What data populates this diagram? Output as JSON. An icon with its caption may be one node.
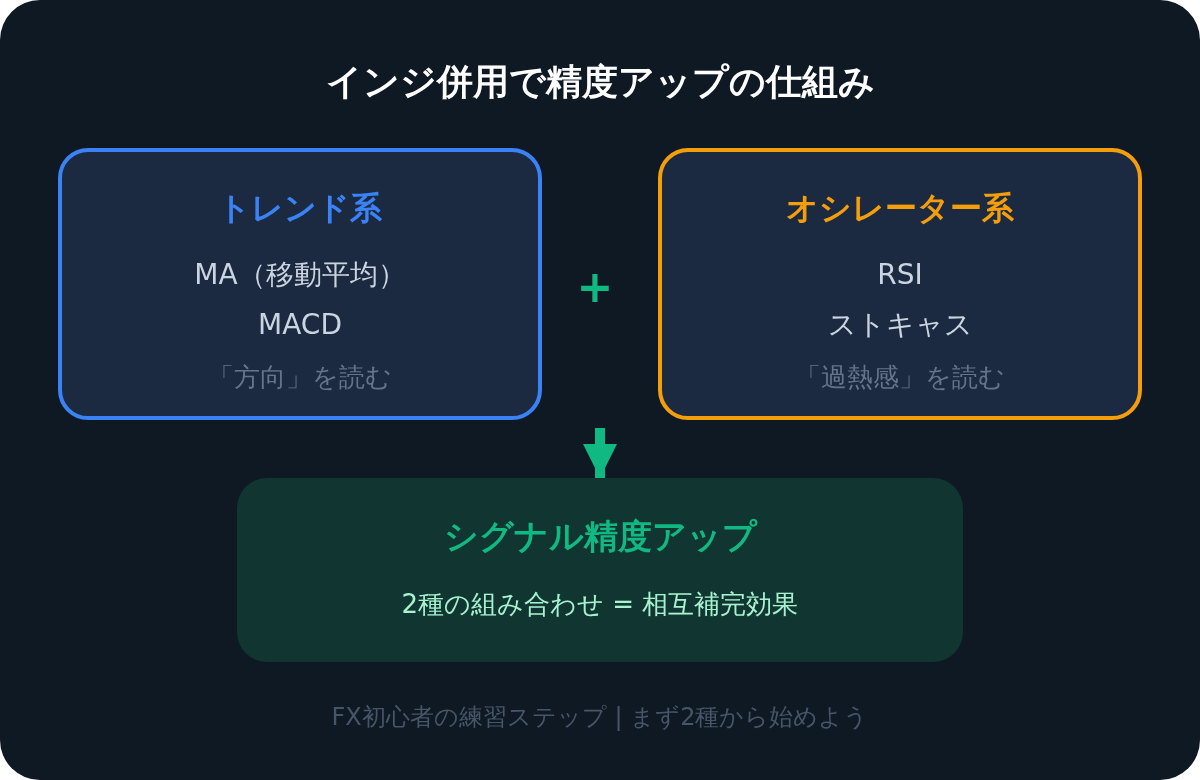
{
  "diagram": {
    "title": "インジ併用で精度アップの仕組み",
    "nodes": [
      {
        "text": [
          "トレンド系",
          "MA（移動平均）",
          "MACD",
          "「方向」を読む"
        ]
      },
      {
        "text": [
          "オシレーター系",
          "RSI",
          "ストキャス",
          "「過熱感」を読む"
        ]
      },
      {
        "text": [
          "シグナル精度アップ",
          "2種の組み合わせ = 相互補完効果"
        ]
      }
    ],
    "edges": [
      {
        "from": null,
        "to": 2,
        "arrow": "to",
        "color": "#10b981"
      }
    ],
    "labels": [
      "+",
      "FX初心者の練習ステップ | まず2種から始めよう"
    ]
  }
}
